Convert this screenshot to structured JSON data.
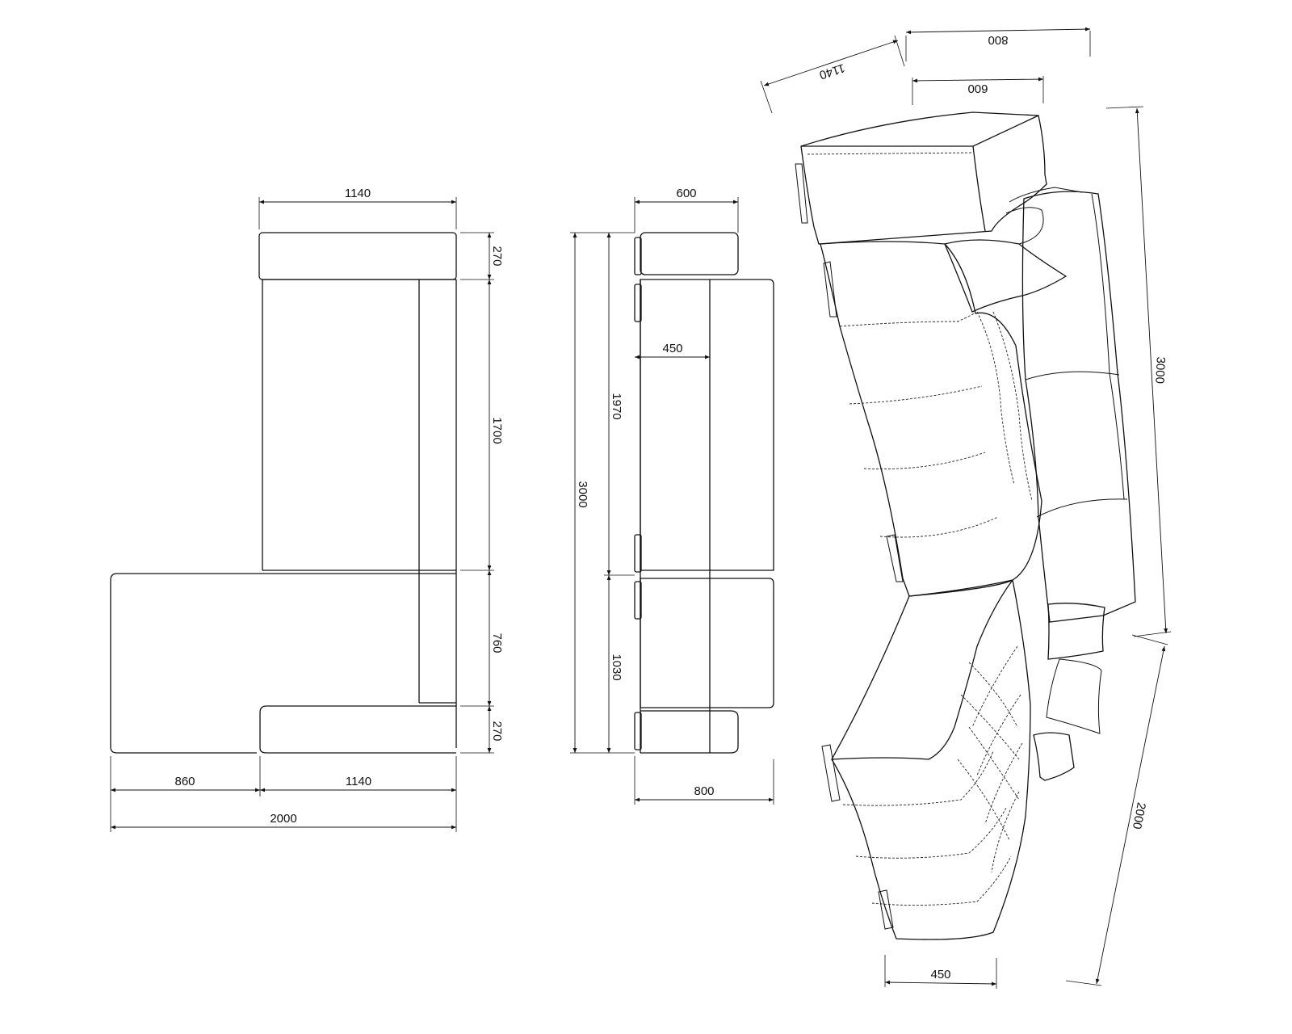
{
  "colors": {
    "line": "#111111",
    "background": "#ffffff"
  },
  "top_view": {
    "width_top": "1140",
    "arm_top": "270",
    "back_section": "1700",
    "chaise_section": "760",
    "arm_bottom": "270",
    "chaise_extra": "860",
    "width_bottom": "1140",
    "total_length": "2000"
  },
  "side_view": {
    "head_width": "600",
    "seat_depth": "450",
    "upper_length": "1970",
    "total_length": "3000",
    "lower_length": "1030",
    "total_depth": "800"
  },
  "perspective_view": {
    "width_top": "800",
    "arm_angle": "1140",
    "head_width": "600",
    "total_length": "3000",
    "lower_length": "2000",
    "foot_width": "450"
  }
}
